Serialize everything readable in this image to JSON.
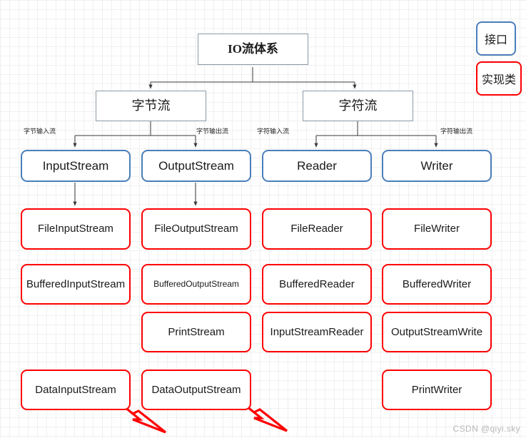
{
  "diagram": {
    "title": "IO流体系",
    "watermark": "CSDN @qiyi.sky",
    "colors": {
      "interface_border": "#4a7ebb",
      "implementation_border": "#ff0000",
      "root_border": "#8a9aa8",
      "connector": "#3a3a3a",
      "annotation_arrow": "#ff0000",
      "grid": "#e2e2e2"
    },
    "legend": [
      {
        "label": "接口",
        "type": "interface"
      },
      {
        "label": "实现类",
        "type": "implementation"
      }
    ],
    "root": {
      "label": "IO流体系"
    },
    "groups": [
      {
        "label": "字节流"
      },
      {
        "label": "字符流"
      }
    ],
    "edge_labels": [
      {
        "label": "字节输入流"
      },
      {
        "label": "字节输出流"
      },
      {
        "label": "字符输入流"
      },
      {
        "label": "字符输出流"
      }
    ],
    "interfaces": [
      {
        "label": "InputStream"
      },
      {
        "label": "OutputStream"
      },
      {
        "label": "Reader"
      },
      {
        "label": "Writer"
      }
    ],
    "columns": [
      {
        "interface": "InputStream",
        "implementations": [
          "FileInputStream",
          "BufferedInputStream",
          "",
          "DataInputStream"
        ]
      },
      {
        "interface": "OutputStream",
        "implementations": [
          "FileOutputStream",
          "BufferedOutputStream",
          "PrintStream",
          "DataOutputStream"
        ]
      },
      {
        "interface": "Reader",
        "implementations": [
          "FileReader",
          "BufferedReader",
          "InputStreamReader",
          ""
        ]
      },
      {
        "interface": "Writer",
        "implementations": [
          "FileWriter",
          "BufferedWriter",
          "OutputStreamWrite",
          "PrintWriter"
        ]
      }
    ],
    "nodes": {
      "file_input_stream": "FileInputStream",
      "file_output_stream": "FileOutputStream",
      "file_reader": "FileReader",
      "file_writer": "FileWriter",
      "buffered_input_stream": "BufferedInputStream",
      "buffered_output_stream": "BufferedOutputStream",
      "buffered_reader": "BufferedReader",
      "buffered_writer": "BufferedWriter",
      "print_stream": "PrintStream",
      "input_stream_reader": "InputStreamReader",
      "output_stream_write": "OutputStreamWrite",
      "data_input_stream": "DataInputStream",
      "data_output_stream": "DataOutputStream",
      "print_writer": "PrintWriter"
    }
  }
}
